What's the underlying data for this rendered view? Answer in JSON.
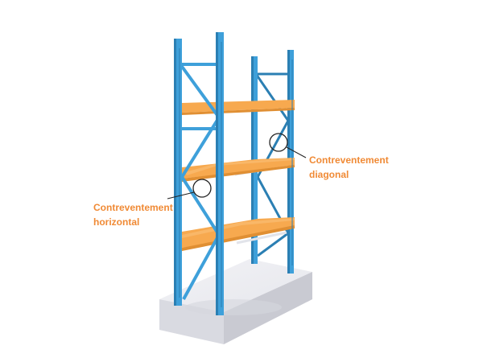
{
  "colors": {
    "upright": "#3ea0da",
    "upright_shade": "#2b7fb3",
    "beam": "#f7a94f",
    "beam_shade": "#e08f33",
    "deck_bar": "#e2e4ea",
    "base": "#ececf1",
    "base_side": "#d9dae1",
    "label": "#f08a35",
    "leader": "#222222"
  },
  "callouts": [
    {
      "id": "diagonal",
      "lines": [
        "Contreventement",
        "diagonal"
      ]
    },
    {
      "id": "horizontal",
      "lines": [
        "Contreventement",
        "horizontal"
      ]
    }
  ]
}
